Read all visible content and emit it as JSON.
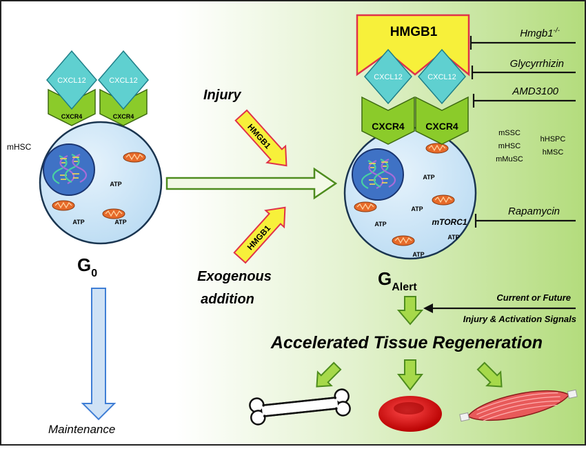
{
  "left_cell": {
    "label": "mHSC",
    "ligands": [
      "CXCL12",
      "CXCL12"
    ],
    "receptors": [
      "CXCR4",
      "CXCR4"
    ],
    "atp": [
      "ATP",
      "ATP",
      "ATP"
    ],
    "state_main": "G",
    "state_sub": "0"
  },
  "maintenance": "Maintenance",
  "injury": "Injury",
  "hmgb1_arrow": "HMGB1",
  "exogenous": [
    "Exogenous",
    "addition"
  ],
  "right_cell": {
    "hmgb1": "HMGB1",
    "ligands": [
      "CXCL12",
      "CXCL12"
    ],
    "receptors": [
      "CXCR4",
      "CXCR4"
    ],
    "atp": [
      "ATP",
      "ATP",
      "ATP",
      "ATP",
      "ATP"
    ],
    "mtorc1": "mTORC1",
    "state_main": "G",
    "state_sub": "Alert"
  },
  "cell_types_left": [
    "mSSC",
    "mHSC",
    "mMuSC"
  ],
  "cell_types_right": [
    "hHSPC",
    "hMSC"
  ],
  "inhibitors": {
    "hmgb1_ko": "Hmgb1",
    "hmgb1_ko_sup": "-/-",
    "glycyrrhizin": "Glycyrrhizin",
    "amd3100": "AMD3100",
    "rapamycin": "Rapamycin"
  },
  "signals": [
    "Current or Future",
    "Injury & Activation Signals"
  ],
  "regeneration": "Accelerated Tissue Regeneration",
  "colors": {
    "ligand": "#5fd0d0",
    "receptor": "#8bcb2a",
    "cell": "#cde6f7",
    "nucleus": "#3f72c5",
    "mito": "#e66a2a",
    "hmgb1": "#f7f03a",
    "hmgb1_border": "#e0324a",
    "arrow_green": "#a6d94a",
    "bg_green": "#b3dc7c"
  }
}
